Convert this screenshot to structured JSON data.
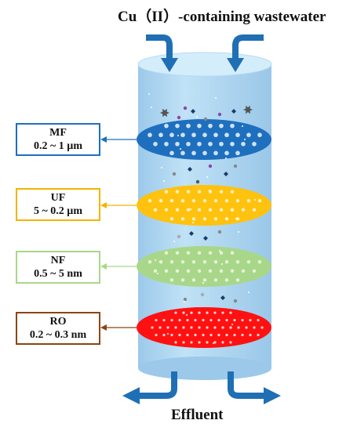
{
  "title": "Cu（II）-containing wastewater",
  "effluent": "Effluent",
  "colors": {
    "arrow_blue": "#1f6fb5",
    "column_body": "#a9d3ee",
    "column_top": "#d2ecfa"
  },
  "layers": [
    {
      "name": "MF",
      "range": "0.2 ~ 1 µm",
      "fill": "#1f6fbf",
      "dot": "#cfe3f7",
      "border": "#1f6fbf"
    },
    {
      "name": "UF",
      "range": "5  ~ 0.2 µm",
      "fill": "#ffc20e",
      "dot": "#fff1c2",
      "border": "#f4b400"
    },
    {
      "name": "NF",
      "range": "0.5 ~ 5 nm",
      "fill": "#a9d78a",
      "dot": "#e6f4d9",
      "border": "#a9d78a"
    },
    {
      "name": "RO",
      "range": "0.2 ~ 0.3 nm",
      "fill": "#ff1111",
      "dot": "#ffd6d6",
      "border": "#8b4513"
    }
  ]
}
